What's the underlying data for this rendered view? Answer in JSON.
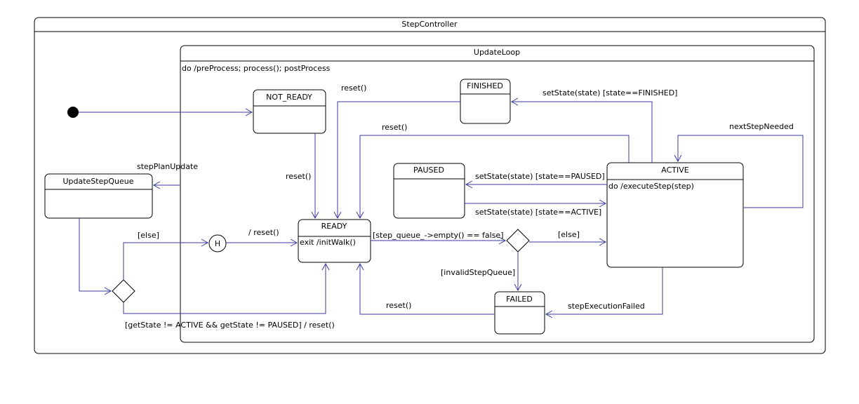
{
  "outer": {
    "title": "StepController"
  },
  "loop": {
    "title": "UpdateLoop",
    "activity": "do /preProcess; process(); postProcess"
  },
  "states": {
    "not_ready": {
      "name": "NOT_READY"
    },
    "finished": {
      "name": "FINISHED"
    },
    "paused": {
      "name": "PAUSED"
    },
    "active": {
      "name": "ACTIVE",
      "activity": "do /executeStep(step)"
    },
    "ready": {
      "name": "READY",
      "activity": "exit /initWalk()"
    },
    "failed": {
      "name": "FAILED"
    },
    "update_queue": {
      "name": "UpdateStepQueue"
    }
  },
  "history": {
    "label": "H"
  },
  "transitions": {
    "reset_finished": "reset()",
    "set_finished": "setState(state) [state==FINISHED]",
    "reset_active": "reset()",
    "next_step": "nextStepNeeded",
    "set_paused": "setState(state) [state==PAUSED]",
    "set_active": "setState(state) [state==ACTIVE]",
    "reset_not_ready": "reset()",
    "step_plan_update": "stepPlanUpdate",
    "else_history": "[else]",
    "history_reset": "/ reset()",
    "queue_not_empty": "[step_queue_->empty() == false]",
    "else_active": "[else]",
    "invalid_queue": "[invalidStepQueue]",
    "reset_failed": "reset()",
    "step_failed": "stepExecutionFailed",
    "guard_reset": "[getState != ACTIVE && getState != PAUSED] / reset()"
  }
}
